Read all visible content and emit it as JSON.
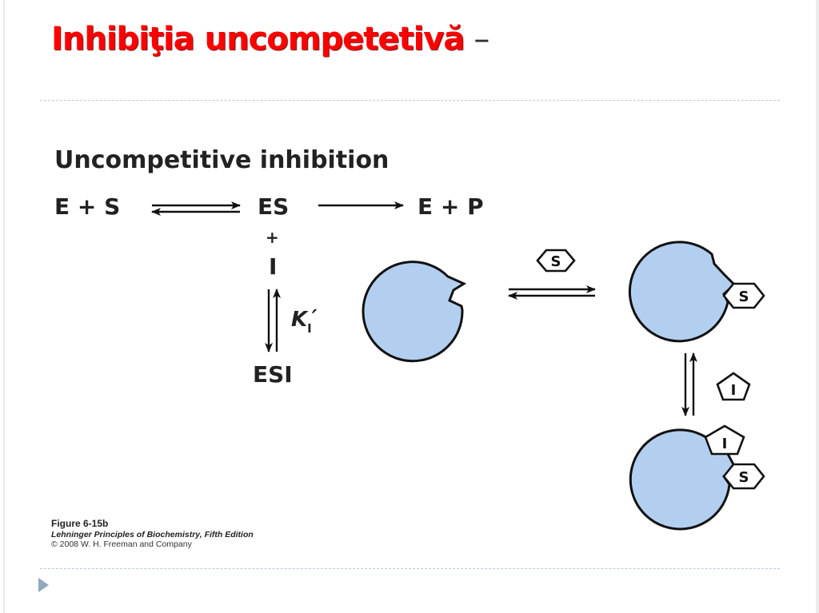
{
  "slide": {
    "title": "Inhibiţia uncompetetivă",
    "title_suffix": "–"
  },
  "diagram": {
    "heading": "Uncompetitive inhibition",
    "equation": {
      "left": "E + S",
      "middle": "ES",
      "right": "E + P"
    },
    "inhibitor_plus": "+",
    "inhibitor": "I",
    "constant": "K",
    "constant_subscript": "I",
    "constant_prime": "′",
    "complex": "ESI",
    "substrate_label": "S",
    "inhibitor_label": "I"
  },
  "caption": {
    "figure": "Figure 6-15b",
    "source": "Lehninger Principles of Biochemistry, Fifth Edition",
    "copyright": "© 2008 W. H. Freeman and Company"
  },
  "colors": {
    "title": "#ff0000",
    "enzyme_fill": "#b3cff0",
    "divider": "#b9c9d8",
    "nav_arrow": "#90a8c2"
  }
}
